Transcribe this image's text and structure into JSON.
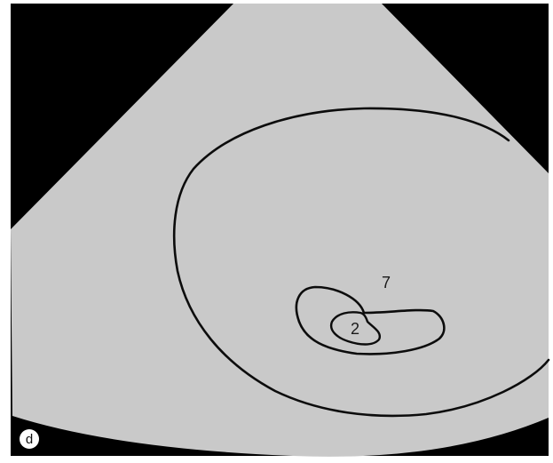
{
  "figure": {
    "panel_label": "d",
    "contours": [
      {
        "label": "7"
      },
      {
        "label": "2"
      }
    ]
  },
  "colors": {
    "background": "#000000",
    "sector_fill": "#c9c9c9",
    "contour_stroke": "#0c0c0c",
    "panel_badge": "#ffffff"
  }
}
